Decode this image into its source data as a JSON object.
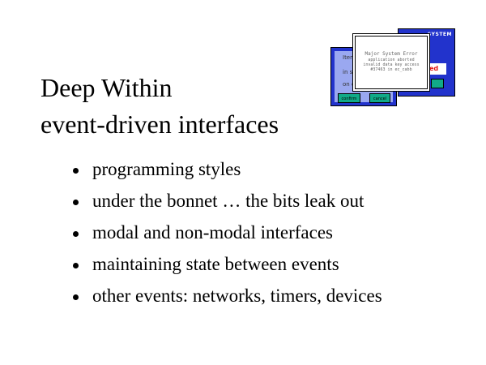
{
  "slide": {
    "title_line1": "Deep Within",
    "title_line2": "event-driven interfaces",
    "bullets": [
      "programming styles",
      "under the bonnet … the bits leak out",
      "modal and non-modal interfaces",
      "maintaining state between events",
      "other events: networks, timers, devices"
    ]
  },
  "illustration": {
    "back_window": {
      "header": "SYSTEM",
      "alert_text": "ed"
    },
    "middle_window": {
      "line1": "Item",
      "line2": "in st",
      "line3": "on o",
      "confirm_label": "confirm",
      "cancel_label": "cancel"
    },
    "front_window": {
      "title": "Major System Error",
      "line1": "application aborted",
      "line2": "invalid data key access",
      "line3": "#37463 in ec_cabb"
    }
  }
}
